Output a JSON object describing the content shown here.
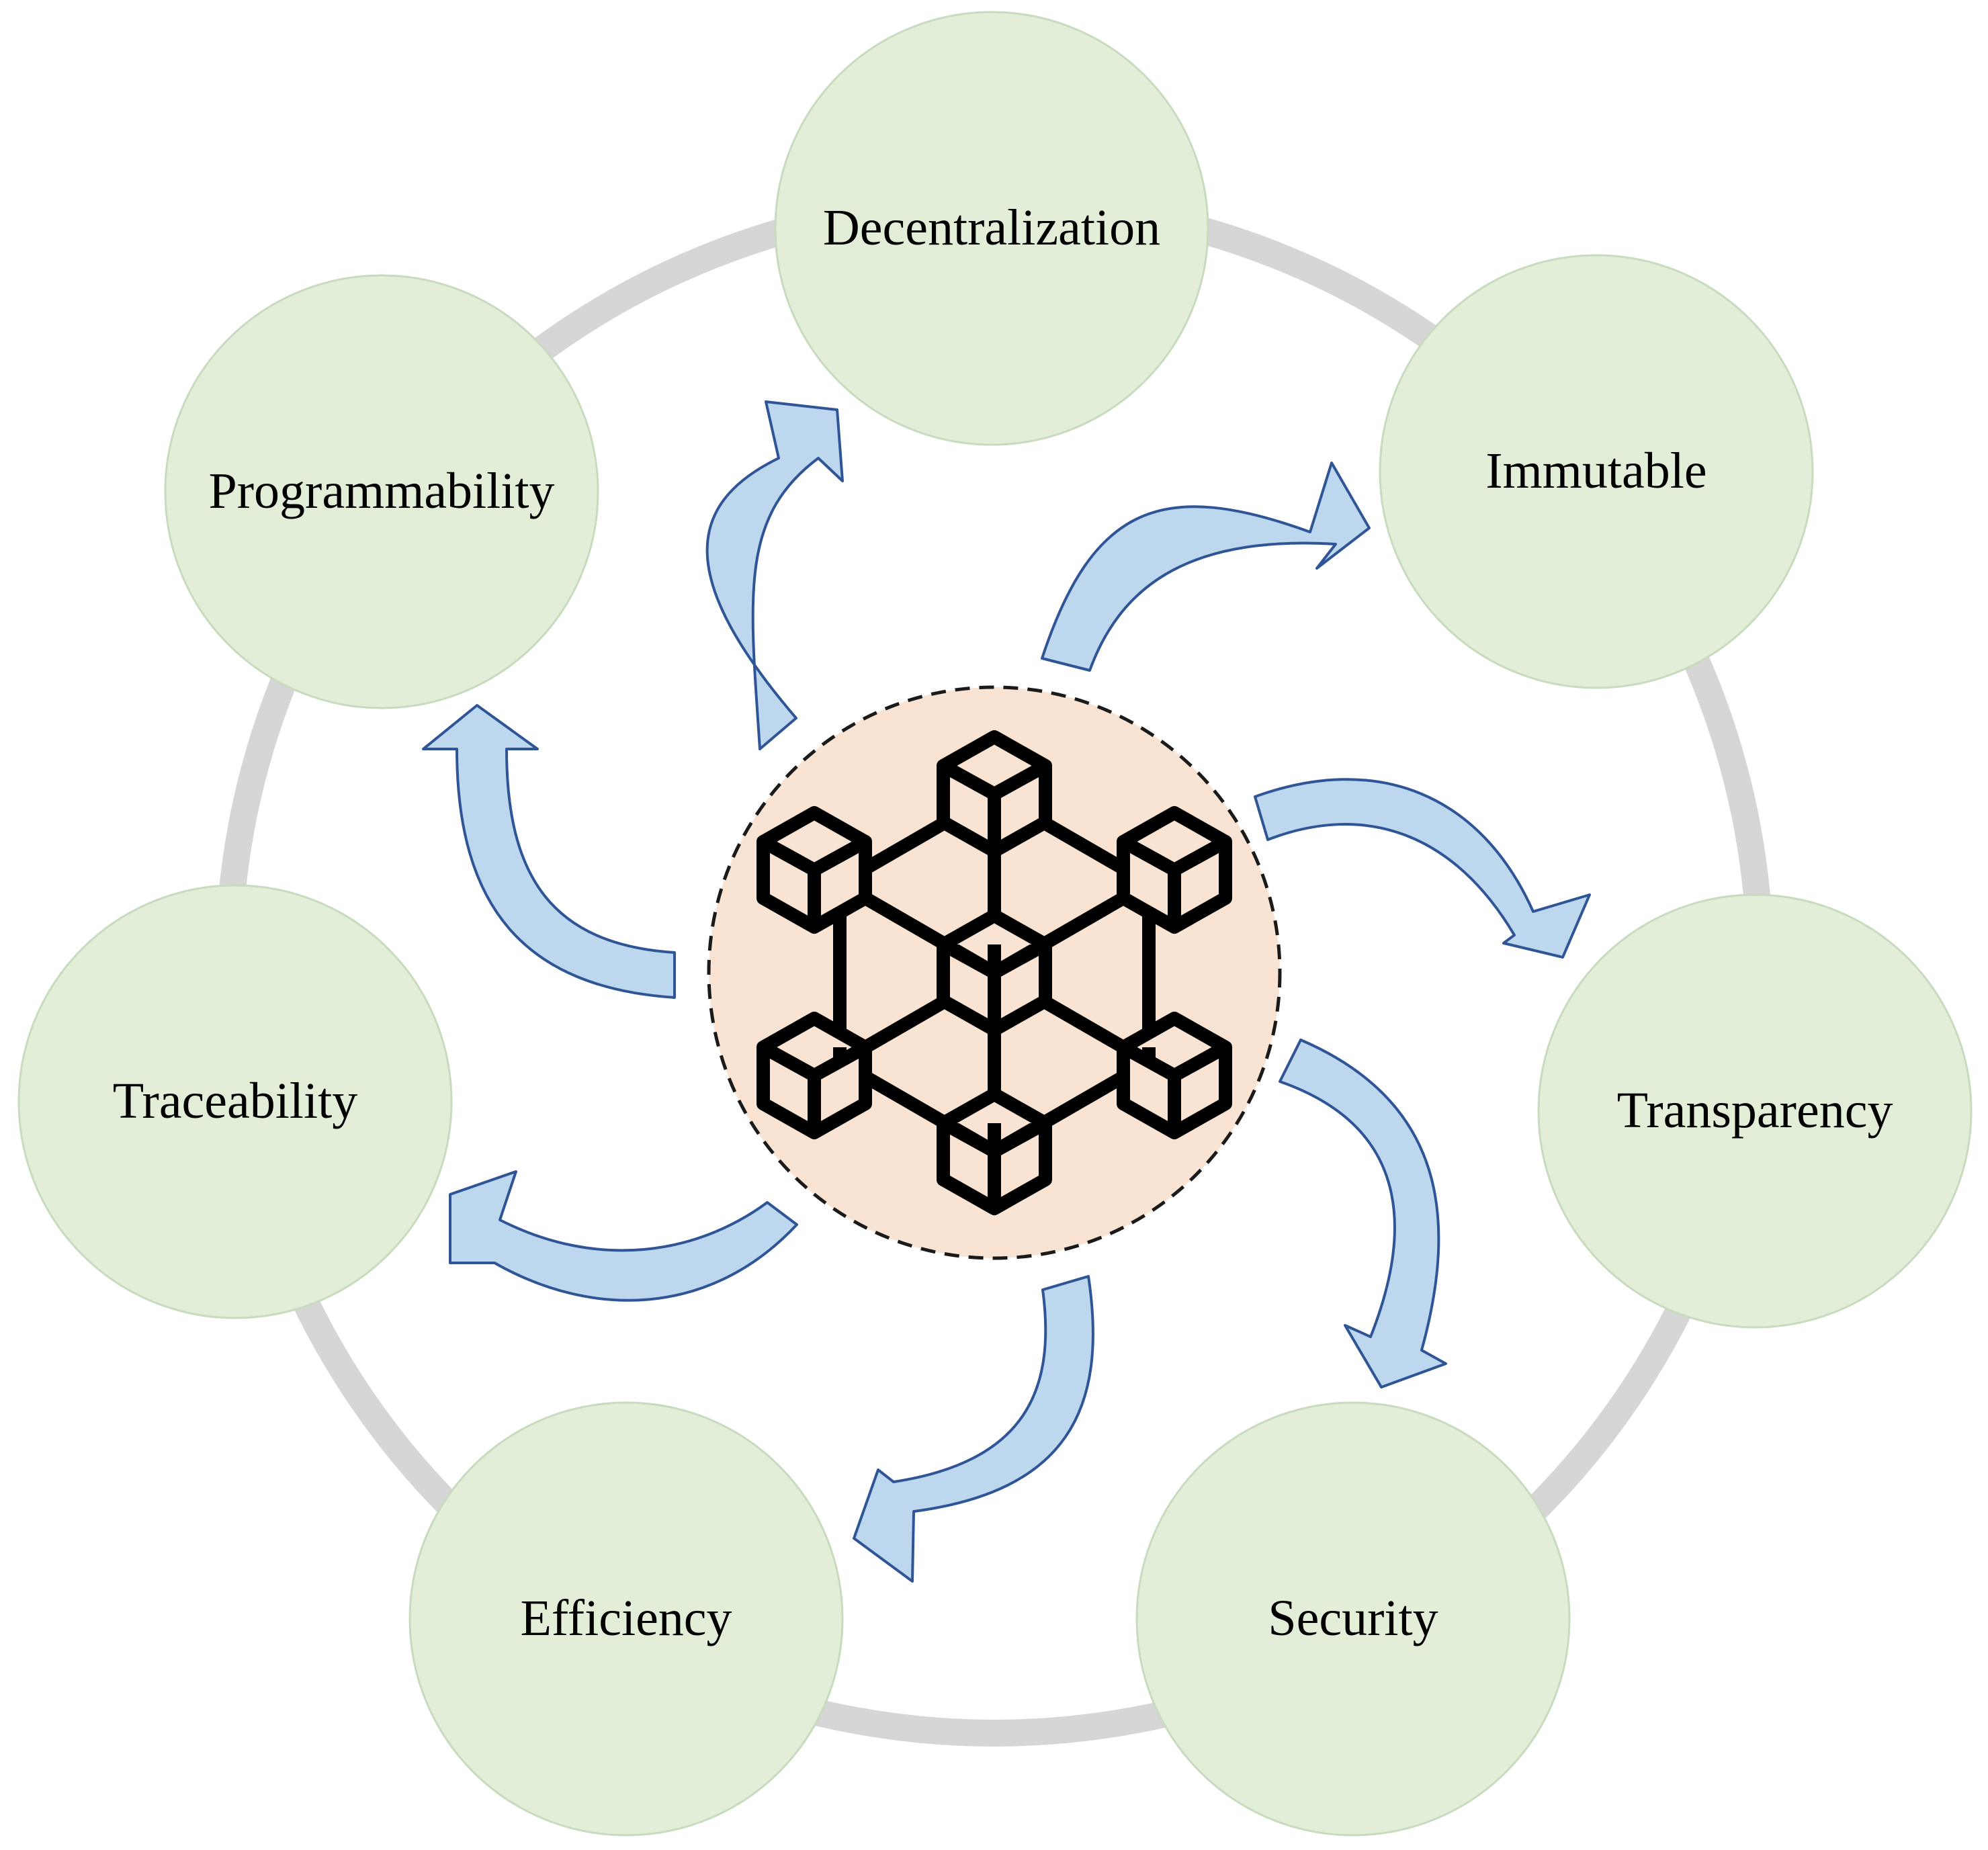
{
  "diagram": {
    "type": "radial-cycle",
    "colors": {
      "ring": "#d6d6d6",
      "node_fill": "#e2eed8",
      "node_stroke": "#c8dbbf",
      "arrow_fill": "#bdd7ee",
      "arrow_stroke": "#2f5597",
      "hub_fill": "#f9e3d3",
      "hub_stroke": "#1a1a1a",
      "icon_stroke": "#000000"
    },
    "center": {
      "icon": "blockchain-network-icon"
    },
    "nodes": [
      {
        "id": "decentralization",
        "label": "Decentralization"
      },
      {
        "id": "immutable",
        "label": "Immutable"
      },
      {
        "id": "transparency",
        "label": "Transparency"
      },
      {
        "id": "security",
        "label": "Security"
      },
      {
        "id": "efficiency",
        "label": "Efficiency"
      },
      {
        "id": "traceability",
        "label": "Traceability"
      },
      {
        "id": "programmability",
        "label": "Programmability"
      }
    ]
  }
}
